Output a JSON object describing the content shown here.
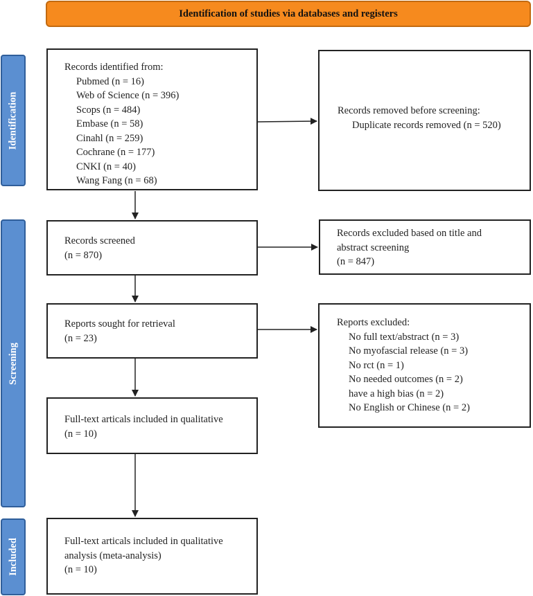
{
  "header": "Identification of studies via databases and registers",
  "phases": {
    "identification": "Identification",
    "screening": "Screening",
    "included": "Included"
  },
  "records_identified": {
    "title": "Records identified from:",
    "sources": [
      "Pubmed (n = 16)",
      "Web of Science (n = 396)",
      "Scops (n = 484)",
      "Embase (n = 58)",
      "Cinahl (n = 259)",
      "Cochrane (n = 177)",
      "CNKI (n = 40)",
      "Wang Fang (n = 68)"
    ]
  },
  "records_removed": {
    "title": "Records removed before screening:",
    "item": "Duplicate records removed (n = 520)"
  },
  "records_screened": {
    "title": "Records screened",
    "count": "(n = 870)"
  },
  "records_excluded": {
    "line1": "Records excluded based on title and",
    "line2": "abstract screening",
    "count": "(n = 847)"
  },
  "reports_sought": {
    "title": "Reports sought for retrieval",
    "count": "(n = 23)"
  },
  "reports_excluded": {
    "title": "Reports excluded:",
    "reasons": [
      "No full text/abstract (n = 3)",
      "No myofascial release (n = 3)",
      "No rct (n = 1)",
      "No needed outcomes (n = 2)",
      "have a high bias (n = 2)",
      "No English or Chinese (n = 2)"
    ]
  },
  "qualitative": {
    "title": "Full-text articals included in qualitative",
    "count": "(n = 10)"
  },
  "meta_analysis": {
    "line1": "Full-text articals included in qualitative",
    "line2": "analysis (meta-analysis)",
    "count": "(n = 10)"
  }
}
